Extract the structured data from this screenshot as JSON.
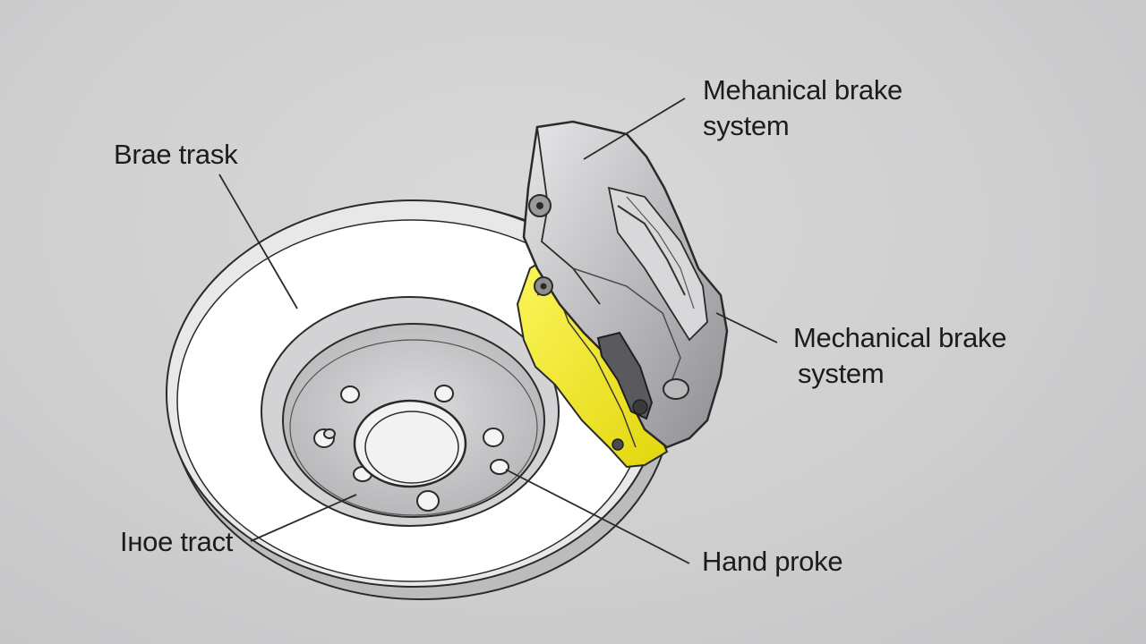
{
  "diagram": {
    "labels": {
      "brake_track": "Brae trask",
      "hoe_tract": "Iнoe tract",
      "top_right": {
        "line1": "Mehanical brake",
        "line2": "system"
      },
      "mid_right": {
        "line1": "Mechanical brake",
        "line2": "system"
      },
      "hand_brake": "Hand proke"
    },
    "colors": {
      "background": "#cfcfd0",
      "disc_face": "#ffffff",
      "hub": "#c9c9cb",
      "caliper_body": "#bdbdbf",
      "caliper_bracket": "#f2ea1c",
      "outline": "#2a2a2a",
      "leader_line": "#2a2a2a"
    }
  }
}
